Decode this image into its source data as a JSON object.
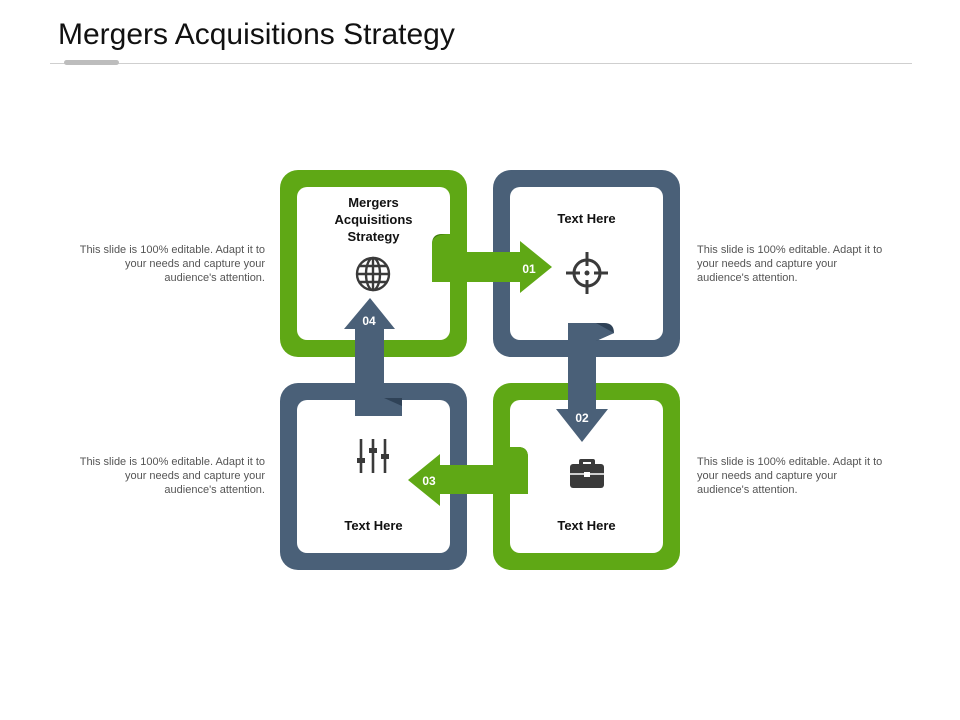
{
  "title": "Mergers Acquisitions Strategy",
  "boxes": {
    "top_left": {
      "label": "Mergers Acquisitions Strategy",
      "icon": "globe-icon",
      "color": "#5fa815"
    },
    "top_right": {
      "label": "Text Here",
      "icon": "target-icon",
      "color": "#4a6078"
    },
    "bottom_right": {
      "label": "Text Here",
      "icon": "briefcase-icon",
      "color": "#5fa815"
    },
    "bottom_left": {
      "label": "Text Here",
      "icon": "sliders-icon",
      "color": "#4a6078"
    }
  },
  "steps": [
    "01",
    "02",
    "03",
    "04"
  ],
  "side_texts": {
    "top_left": "This slide is 100% editable. Adapt it to your needs and capture your audience's attention.",
    "top_right": "This slide is 100% editable. Adapt it to your needs and capture your audience's attention.",
    "bottom_left": "This slide is 100% editable. Adapt it to your needs and capture your audience's attention.",
    "bottom_right": "This slide is 100% editable. Adapt it to your needs and capture your audience's attention."
  },
  "colors": {
    "green": "#5fa815",
    "slate": "#4a6078",
    "icon": "#3a3a3a"
  }
}
